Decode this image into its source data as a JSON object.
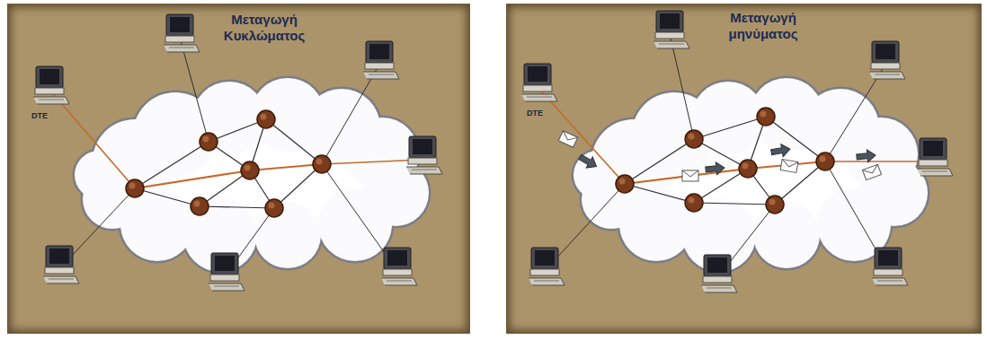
{
  "diagram": {
    "nodes": [
      {
        "text": [
          "Μεταγωγή Κυκλώματος"
        ]
      },
      {
        "text": [
          "Μεταγωγή μηνύματος"
        ]
      }
    ],
    "labels": [
      "DTE",
      "DTE"
    ]
  }
}
